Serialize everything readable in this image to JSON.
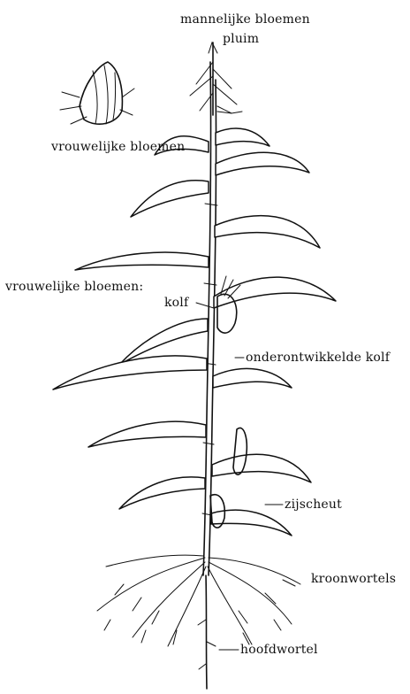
{
  "labels": {
    "male_flowers": "mannelijke bloemen",
    "plume": "pluim",
    "female_flowers_inset": "vrouwelijke bloemen",
    "female_flowers_cob": "vrouwelijke bloemen:",
    "cob": "kolf",
    "undeveloped_cob": "onderontwikkelde kolf",
    "side_shoot": "zijscheut",
    "crown_roots": "kroonwortels",
    "taproot": "hoofdwortel"
  }
}
